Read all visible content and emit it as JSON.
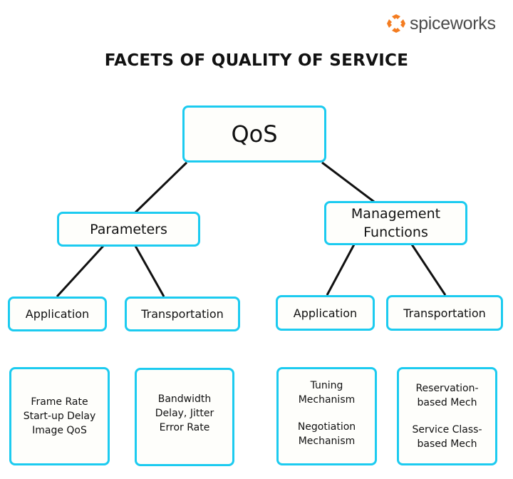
{
  "brand": {
    "name": "spiceworks",
    "icon": "spiceworks-logo-icon",
    "accent_color": "#f47c20"
  },
  "title": "FACETS OF QUALITY OF SERVICE",
  "colors": {
    "box_border": "#1ccbf0",
    "box_fill": "#fefefb",
    "line": "#111111"
  },
  "root": {
    "label": "QoS"
  },
  "branches": [
    {
      "label": "Parameters",
      "children": [
        {
          "label": "Application",
          "details": [
            "Frame Rate",
            "Start-up Delay",
            "Image QoS"
          ]
        },
        {
          "label": "Transportation",
          "details": [
            "Bandwidth",
            "Delay, Jitter",
            "Error Rate"
          ]
        }
      ]
    },
    {
      "label_lines": [
        "Management",
        "Functions"
      ],
      "children": [
        {
          "label": "Application",
          "detail_groups": [
            [
              "Tuning",
              "Mechanism"
            ],
            [
              "Negotiation",
              "Mechanism"
            ]
          ]
        },
        {
          "label": "Transportation",
          "detail_groups": [
            [
              "Reservation-",
              "based Mech"
            ],
            [
              "Service Class-",
              "based Mech"
            ]
          ]
        }
      ]
    }
  ]
}
